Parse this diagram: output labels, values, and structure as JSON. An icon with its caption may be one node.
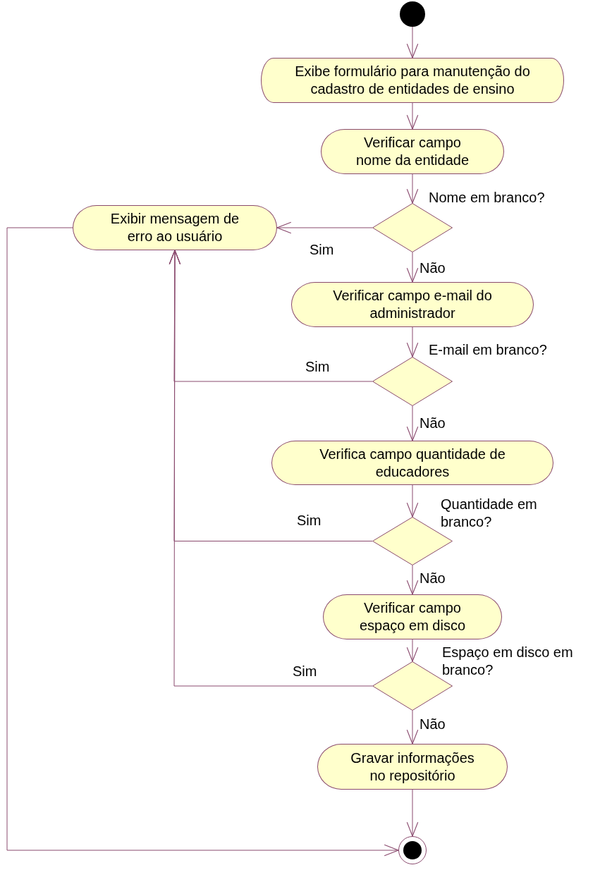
{
  "diagram": {
    "nodes": [
      {
        "text": [],
        "shape": "circle"
      },
      {
        "text": [
          "Exibe formulário para manutenção do cadastro de entidades de ensino"
        ]
      },
      {
        "text": [
          "Verificar campo nome da entidade"
        ]
      },
      {
        "text": [],
        "shape": "diamond",
        "beside": [
          "Nome em branco?"
        ]
      },
      {
        "text": [
          "Exibir mensagem de erro ao usuário"
        ]
      },
      {
        "text": [
          "Verificar campo e-mail do administrador"
        ]
      },
      {
        "text": [],
        "shape": "diamond",
        "beside": [
          "E-mail em branco?"
        ]
      },
      {
        "text": [
          "Verifica campo quantidade de educadores"
        ]
      },
      {
        "text": [],
        "shape": "diamond",
        "beside": [
          "Quantidade em branco?"
        ]
      },
      {
        "text": [
          "Verificar campo espaço em disco"
        ]
      },
      {
        "text": [],
        "shape": "diamond",
        "beside": [
          "Espaço em disco em branco?"
        ]
      },
      {
        "text": [
          "Gravar informações no repositório"
        ]
      },
      {
        "text": [],
        "shape": "bullseye"
      }
    ],
    "edges": [
      {
        "from": 0,
        "to": 1,
        "arrow": "to"
      },
      {
        "from": 1,
        "to": 2,
        "arrow": "to"
      },
      {
        "from": 2,
        "to": 3,
        "arrow": "to"
      },
      {
        "from": 3,
        "to": 4,
        "arrow": "to",
        "label": "Sim"
      },
      {
        "from": 3,
        "to": 5,
        "arrow": "to",
        "label": "Não"
      },
      {
        "from": 5,
        "to": 6,
        "arrow": "to"
      },
      {
        "from": 6,
        "to": 4,
        "arrow": "to",
        "label": "Sim"
      },
      {
        "from": 6,
        "to": 7,
        "arrow": "to",
        "label": "Não"
      },
      {
        "from": 7,
        "to": 8,
        "arrow": "to"
      },
      {
        "from": 8,
        "to": 4,
        "arrow": "to",
        "label": "Sim"
      },
      {
        "from": 8,
        "to": 9,
        "arrow": "to",
        "label": "Não"
      },
      {
        "from": 9,
        "to": 10,
        "arrow": "to"
      },
      {
        "from": 10,
        "to": 4,
        "arrow": "to",
        "label": "Sim"
      },
      {
        "from": 10,
        "to": 11,
        "arrow": "to",
        "label": "Não"
      },
      {
        "from": 11,
        "to": 12,
        "arrow": "to"
      },
      {
        "from": 4,
        "to": 12,
        "arrow": "to"
      }
    ]
  }
}
